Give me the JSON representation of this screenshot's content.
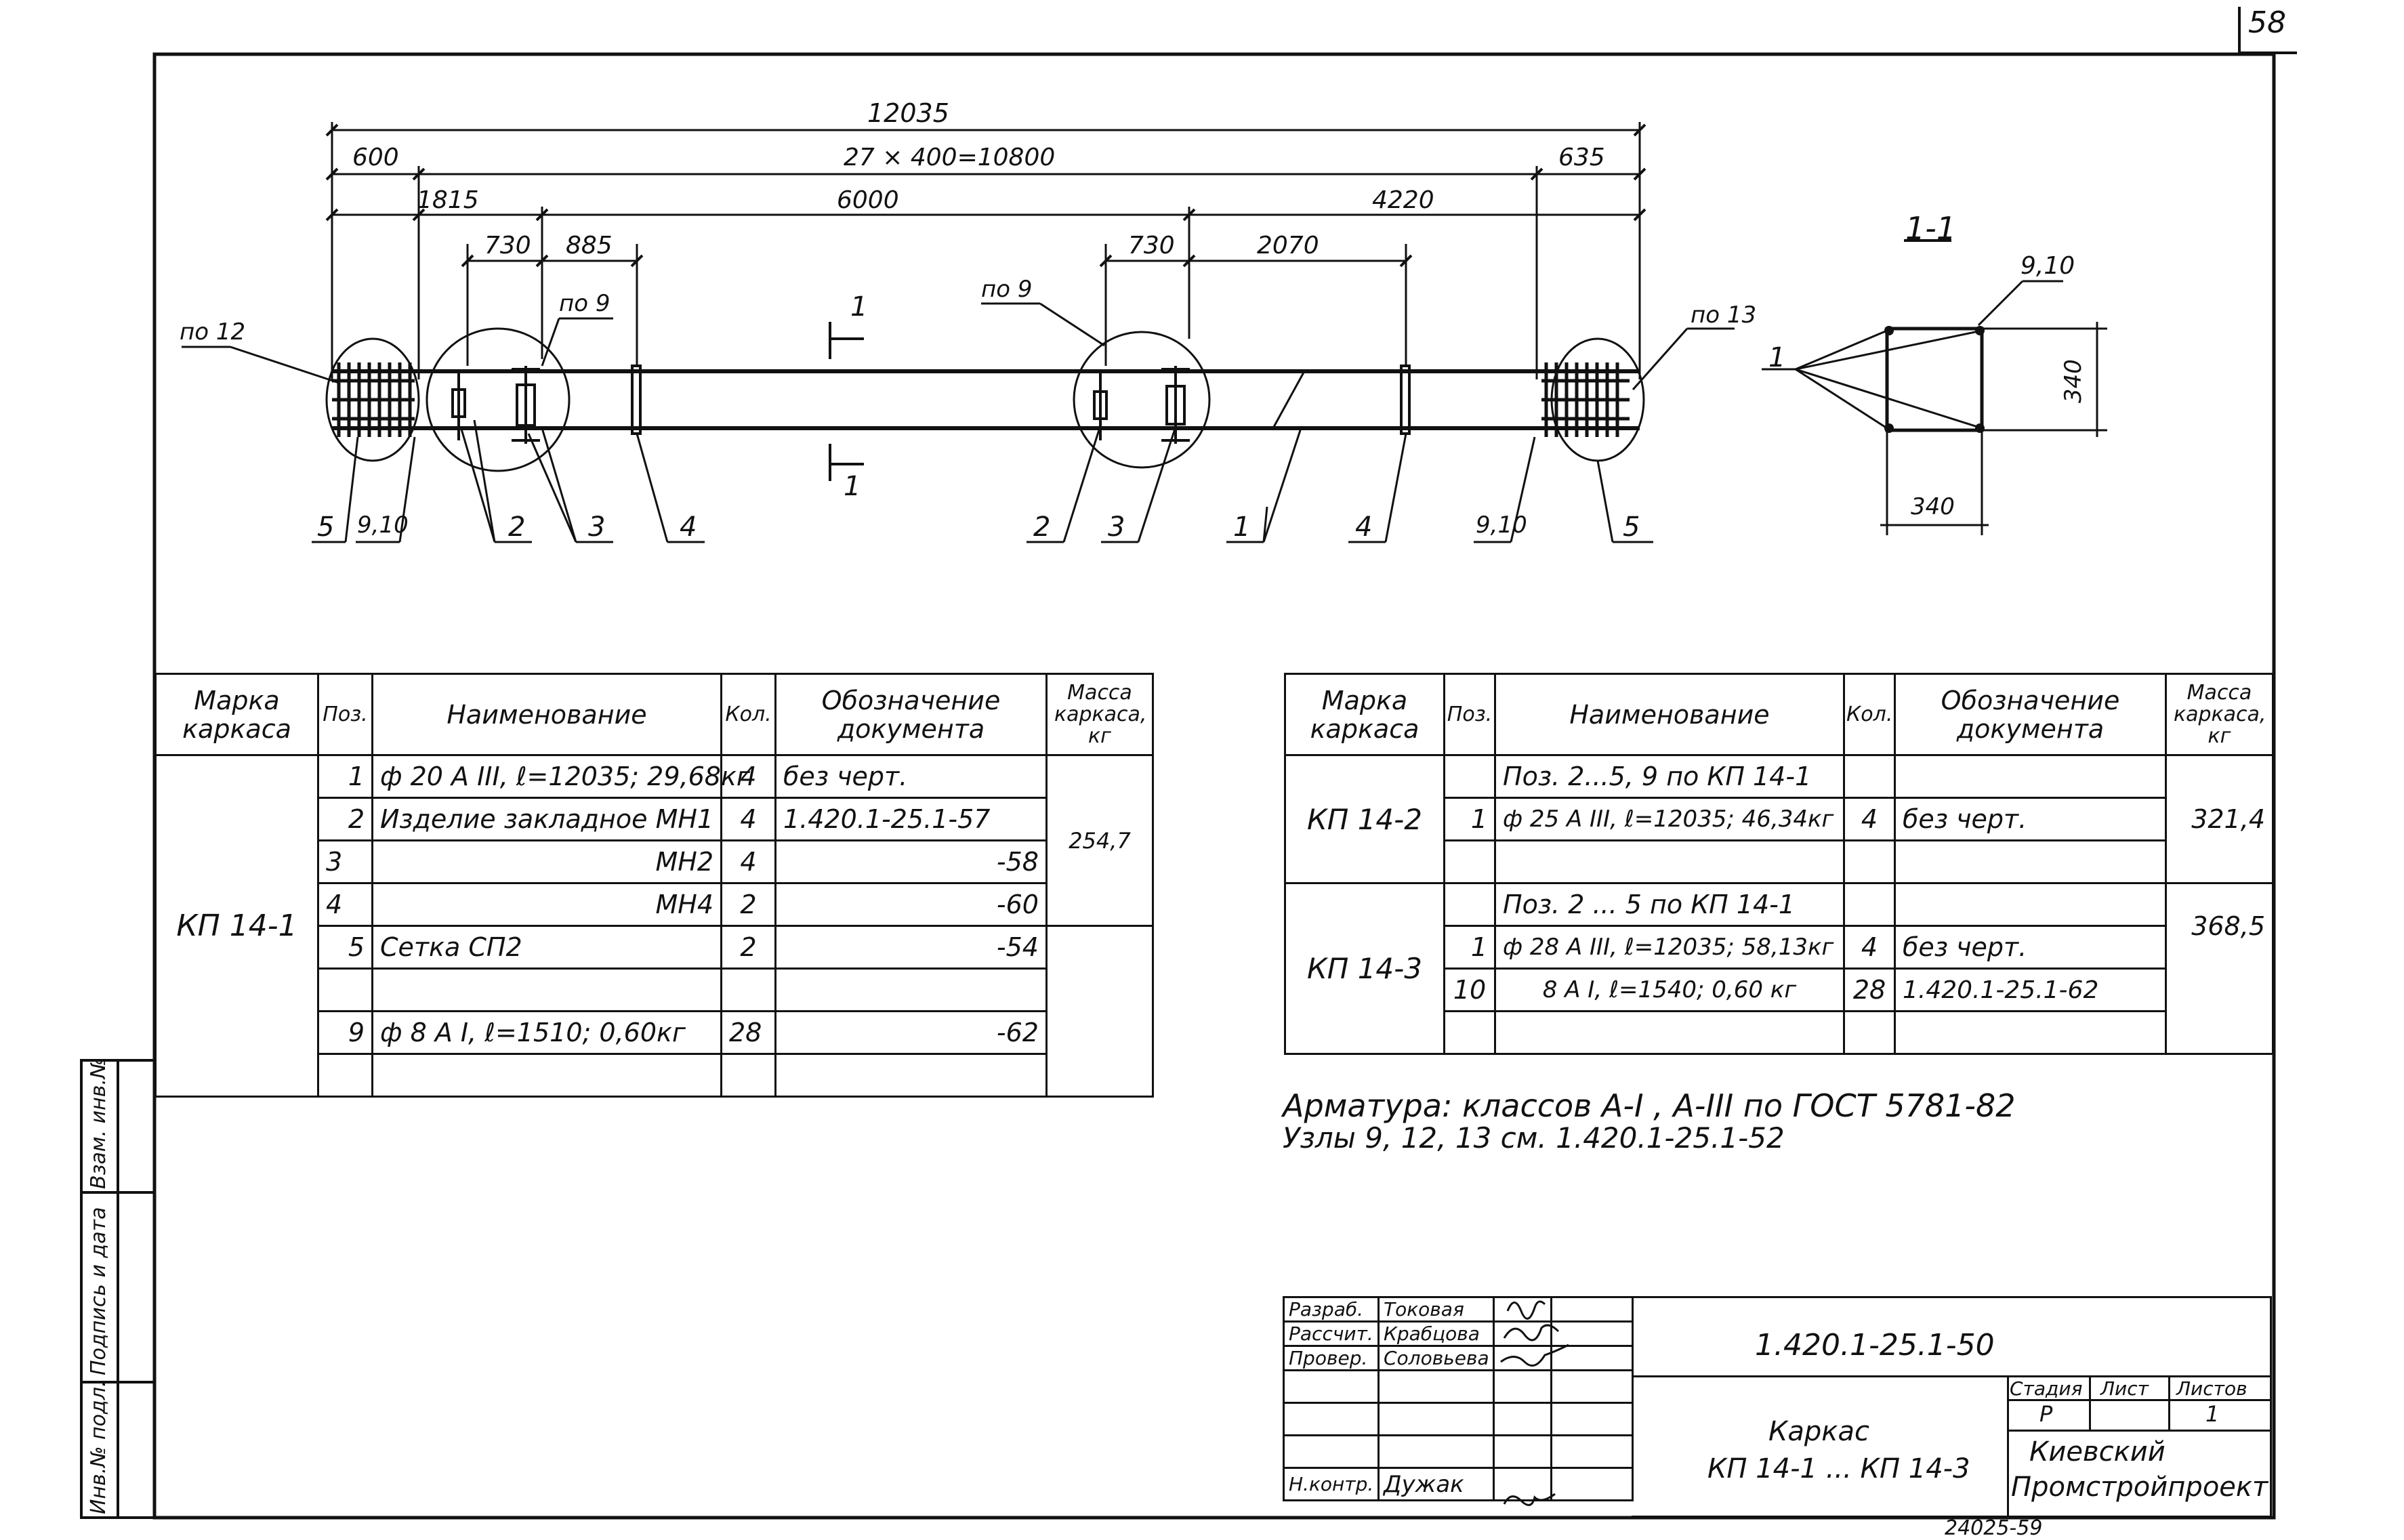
{
  "sheet_number": "58",
  "stamp_bottom": "24025-59",
  "drawing": {
    "dims": {
      "total": "12035",
      "left": "600",
      "mid": "27 × 400=10800",
      "right": "635",
      "d1815": "1815",
      "d6000": "6000",
      "d4220": "4220",
      "d730a": "730",
      "d885": "885",
      "d730b": "730",
      "d2070": "2070"
    },
    "leaders": {
      "u12": "по 12",
      "u9a": "по 9",
      "u9b": "по 9",
      "u13": "по 13"
    },
    "cut_marker": "1",
    "positions": [
      "5",
      "9,10",
      "2",
      "3",
      "4",
      "2",
      "3",
      "1",
      "4",
      "9,10",
      "5"
    ],
    "section": {
      "title": "1-1",
      "label_910": "9,10",
      "label_1": "1",
      "dim_h": "340",
      "dim_w": "340"
    }
  },
  "table1": {
    "headers": {
      "mark": "Марка каркаса",
      "pos": "Поз.",
      "name": "Наименование",
      "qty": "Кол.",
      "doc": "Обозначение документа",
      "mass": "Масса каркаса, кг"
    },
    "mark": "КП 14-1",
    "mass": "254,7",
    "rows": [
      {
        "pos": "1",
        "name": "ф 20 А III, ℓ=12035; 29,68кг",
        "qty": "4",
        "doc": "без черт."
      },
      {
        "pos": "2",
        "name": "Изделие закладное МН1",
        "qty": "4",
        "doc": "1.420.1-25.1-57"
      },
      {
        "pos": "3",
        "name": "МН2",
        "qty": "4",
        "doc": "-58"
      },
      {
        "pos": "4",
        "name": "МН4",
        "qty": "2",
        "doc": "-60"
      },
      {
        "pos": "5",
        "name": "Сетка  СП2",
        "qty": "2",
        "doc": "-54"
      },
      {
        "pos": "",
        "name": "",
        "qty": "",
        "doc": ""
      },
      {
        "pos": "9",
        "name": "ф 8 А I, ℓ=1510; 0,60кг",
        "qty": "28",
        "doc": "-62"
      },
      {
        "pos": "",
        "name": "",
        "qty": "",
        "doc": ""
      }
    ]
  },
  "table2": {
    "headers": {
      "mark": "Марка каркаса",
      "pos": "Поз.",
      "name": "Наименование",
      "qty": "Кол.",
      "doc": "Обозначение документа",
      "mass": "Масса каркаса, кг"
    },
    "groups": [
      {
        "mark": "КП 14-2",
        "mass": "321,4",
        "rows": [
          {
            "pos": "",
            "name": "Поз. 2...5, 9 по КП 14-1",
            "qty": "",
            "doc": ""
          },
          {
            "pos": "1",
            "name": "ф 25 А III, ℓ=12035; 46,34кг",
            "qty": "4",
            "doc": "без черт."
          },
          {
            "pos": "",
            "name": "",
            "qty": "",
            "doc": ""
          }
        ]
      },
      {
        "mark": "КП 14-3",
        "mass": "368,5",
        "rows": [
          {
            "pos": "",
            "name": "Поз. 2 ... 5 по КП 14-1",
            "qty": "",
            "doc": ""
          },
          {
            "pos": "1",
            "name": "ф 28 А III, ℓ=12035; 58,13кг",
            "qty": "4",
            "doc": "без черт."
          },
          {
            "pos": "10",
            "name": "8 А I, ℓ=1540; 0,60 кг",
            "qty": "28",
            "doc": "1.420.1-25.1-62"
          },
          {
            "pos": "",
            "name": "",
            "qty": "",
            "doc": ""
          }
        ]
      }
    ]
  },
  "notes": {
    "line1": "Арматура: классов  А-I , А-III  по  ГОСТ  5781-82",
    "line2": "Узлы   9, 12, 13   см.   1.420.1-25.1-52"
  },
  "side_stamp": {
    "inv_podl": "Инв.№ подл.",
    "podpis": "Подпись и дата",
    "vzam": "Взам. инв.№"
  },
  "title_block": {
    "rows": [
      {
        "role": "Разраб.",
        "name": "Токовая"
      },
      {
        "role": "Рассчит.",
        "name": "Крабцова"
      },
      {
        "role": "Провер.",
        "name": "Соловьева"
      },
      {
        "role": "",
        "name": ""
      },
      {
        "role": "",
        "name": ""
      },
      {
        "role": "",
        "name": ""
      },
      {
        "role": "Н.контр.",
        "name": "Дужак"
      }
    ],
    "doc_code": "1.420.1-25.1-50",
    "title1": "Каркас",
    "title2": "КП 14-1 ... КП 14-3",
    "stage_h": "Стадия",
    "sheet_h": "Лист",
    "sheets_h": "Листов",
    "stage": "Р",
    "sheets": "1",
    "org1": "Киевский",
    "org2": "Промстройпроект"
  }
}
